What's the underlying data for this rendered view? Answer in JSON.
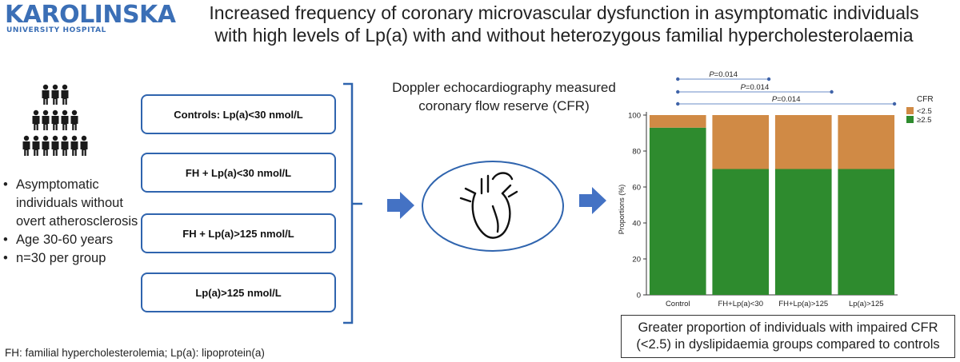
{
  "logo": {
    "name": "KAROLINSKA",
    "sub": "UNIVERSITY HOSPITAL"
  },
  "title": {
    "line1": "Increased frequency of coronary microvascular dysfunction in asymptomatic individuals",
    "line2": "with high levels of Lp(a) with and without heterozygous familial hypercholesterolaemia"
  },
  "population": {
    "icon": "people-group-icon",
    "bullets": [
      "Asymptomatic individuals without overt atherosclerosis",
      "Age 30-60 years",
      "n=30 per group"
    ]
  },
  "groups": [
    "Controls: Lp(a)<30 nmol/L",
    "FH + Lp(a)<30 nmol/L",
    "FH + Lp(a)>125 nmol/L",
    "Lp(a)>125 nmol/L"
  ],
  "method": {
    "text": "Doppler echocardiography measured coronary flow reserve (CFR)",
    "icon": "heart-icon"
  },
  "conclusion": "Greater proportion of individuals with impaired CFR (<2.5) in dyslipidaemia groups compared to controls",
  "footnote": "FH: familial hypercholesterolemia; Lp(a): lipoprotein(a)",
  "colors": {
    "brand": "#3b6fb6",
    "box_border": "#2f64ae",
    "arrow": "#4472c4",
    "impaired": "#d08a45",
    "normal": "#2e8b2e"
  },
  "chart_data": {
    "type": "bar",
    "stacked": true,
    "categories": [
      "Control",
      "FH+Lp(a)<30",
      "FH+Lp(a)>125",
      "Lp(a)>125"
    ],
    "series": [
      {
        "name": "≥2.5",
        "color": "#2e8b2e",
        "values": [
          93,
          70,
          70,
          70
        ]
      },
      {
        "name": "<2.5",
        "color": "#d08a45",
        "values": [
          7,
          30,
          30,
          30
        ]
      }
    ],
    "ylabel": "Proportions (%)",
    "xlabel": "",
    "ylim": [
      0,
      100
    ],
    "yticks": [
      0,
      20,
      40,
      60,
      80,
      100
    ],
    "legend": {
      "title": "CFR",
      "position": "top-right"
    },
    "annotations": [
      {
        "label_prefix": "P",
        "label_value": "=0.014",
        "from": 0,
        "to": 1
      },
      {
        "label_prefix": "P",
        "label_value": "=0.014",
        "from": 0,
        "to": 2
      },
      {
        "label_prefix": "P",
        "label_value": "=0.014",
        "from": 0,
        "to": 3
      }
    ]
  }
}
